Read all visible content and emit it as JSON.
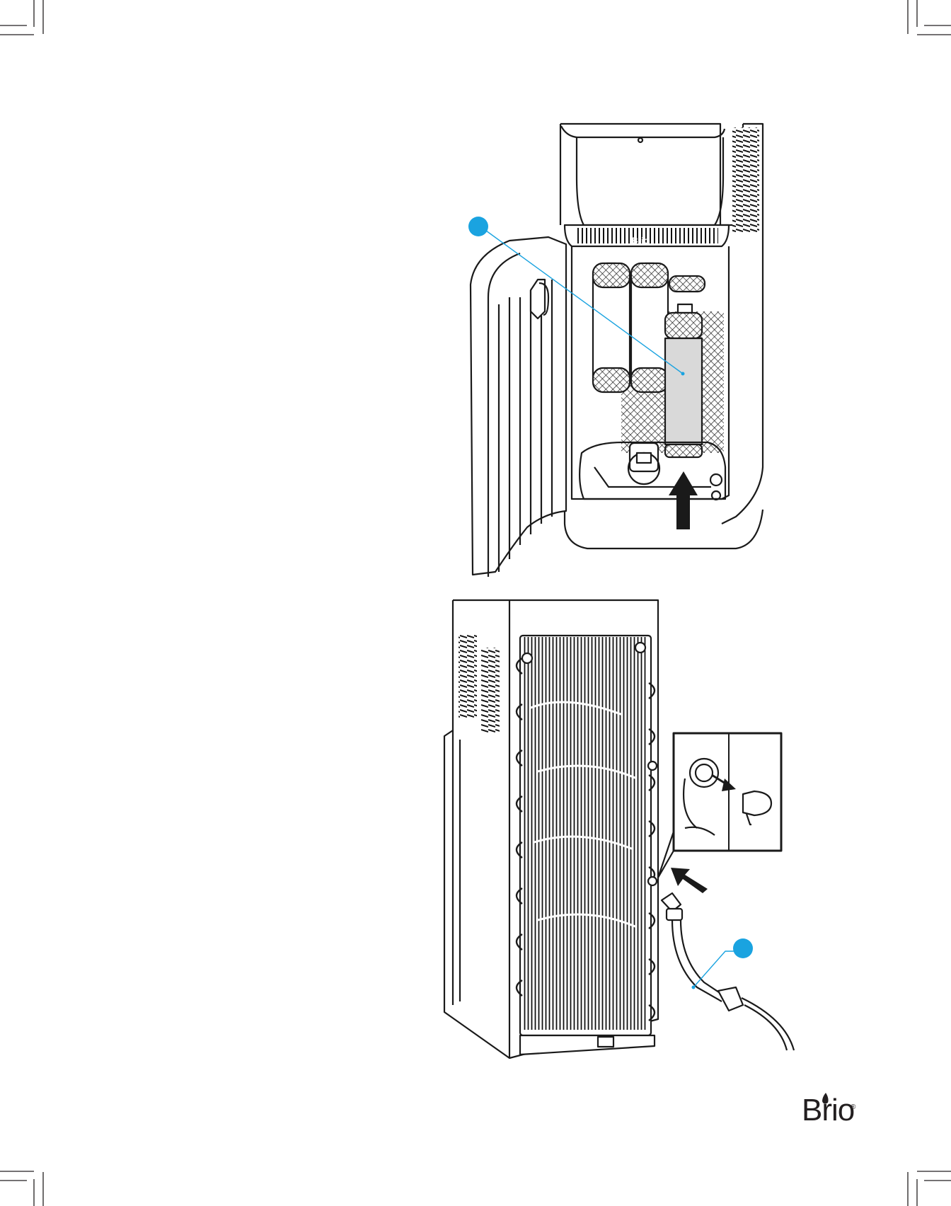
{
  "page": {
    "brand": {
      "name": "Brio",
      "registered_mark": "®"
    },
    "colors": {
      "callout": "#1aa3e0",
      "line_art": "#1a1a1a",
      "filter_fill": "#d9d9d9",
      "background": "#ffffff"
    },
    "figures": [
      {
        "id": "filter-installation",
        "icon": "water-cooler-front-open-door",
        "callout": "blue-dot"
      },
      {
        "id": "water-line-connection",
        "icon": "water-cooler-rear-view",
        "callout": "blue-dot"
      }
    ]
  }
}
